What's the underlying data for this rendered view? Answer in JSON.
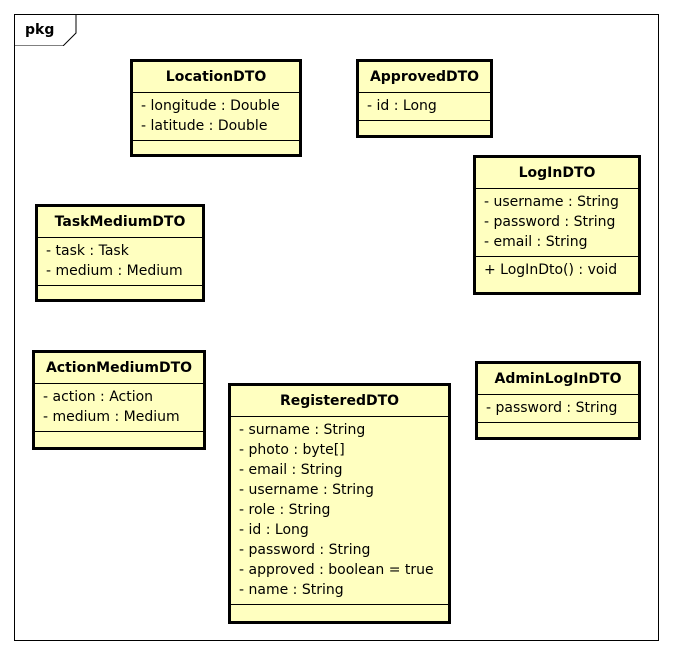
{
  "package": {
    "label": "pkg"
  },
  "colors": {
    "class_fill": "#ffffc0",
    "border": "#000000",
    "background": "#ffffff"
  },
  "classes": [
    {
      "name": "LocationDTO",
      "attributes": [
        "- longitude : Double",
        "- latitude : Double"
      ],
      "operations": []
    },
    {
      "name": "ApprovedDTO",
      "attributes": [
        "- id : Long"
      ],
      "operations": []
    },
    {
      "name": "LogInDTO",
      "attributes": [
        "- username : String",
        "- password : String",
        "- email : String"
      ],
      "operations": [
        "+ LogInDto() : void"
      ]
    },
    {
      "name": "TaskMediumDTO",
      "attributes": [
        "- task : Task",
        "- medium : Medium"
      ],
      "operations": []
    },
    {
      "name": "ActionMediumDTO",
      "attributes": [
        "- action : Action",
        "- medium : Medium"
      ],
      "operations": []
    },
    {
      "name": "RegisteredDTO",
      "attributes": [
        "- surname : String",
        "- photo : byte[]",
        "- email : String",
        "- username : String",
        "- role : String",
        "- id : Long",
        "- password : String",
        "- approved : boolean = true",
        "- name : String"
      ],
      "operations": []
    },
    {
      "name": "AdminLogInDTO",
      "attributes": [
        "- password : String"
      ],
      "operations": []
    }
  ]
}
